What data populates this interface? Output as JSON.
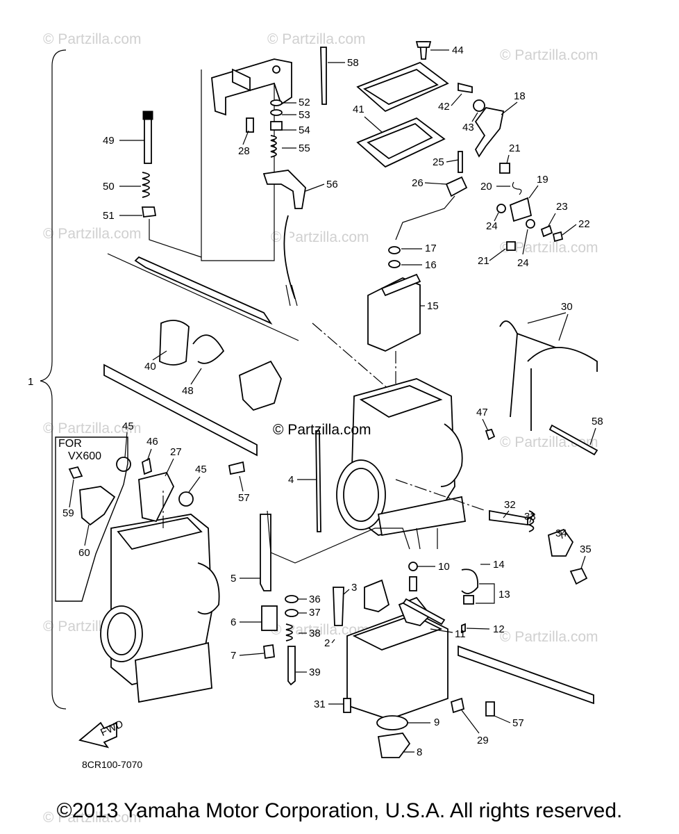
{
  "watermarks": [
    "© Partzilla.com",
    "© Partzilla.com",
    "© Partzilla.com",
    "© Partzilla.com",
    "© Partzilla.com",
    "© Partzilla.com",
    "© Partzilla.com",
    "© Partzilla.com",
    "© Partzilla.com",
    "© Partzilla.com",
    "© Partzilla.com",
    "© Partzilla.com"
  ],
  "center_watermark": "© Partzilla.com",
  "assembly_label": "1",
  "for_box": {
    "title": "FOR",
    "model": "VX600"
  },
  "diagram_code": "8CR100-7070",
  "fwd_label": "FWD",
  "copyright": "©2013 Yamaha Motor Corporation, U.S.A. All rights reserved.",
  "part_numbers": [
    "2",
    "3",
    "4",
    "5",
    "6",
    "7",
    "8",
    "9",
    "10",
    "11",
    "12",
    "13",
    "14",
    "15",
    "16",
    "17",
    "18",
    "19",
    "20",
    "21",
    "21",
    "22",
    "23",
    "24",
    "24",
    "25",
    "26",
    "27",
    "28",
    "29",
    "30",
    "31",
    "32",
    "33",
    "34",
    "35",
    "36",
    "37",
    "38",
    "39",
    "40",
    "41",
    "42",
    "43",
    "44",
    "45",
    "45",
    "46",
    "47",
    "48",
    "49",
    "50",
    "51",
    "52",
    "53",
    "54",
    "55",
    "56",
    "57",
    "57",
    "58",
    "58",
    "59",
    "60"
  ]
}
